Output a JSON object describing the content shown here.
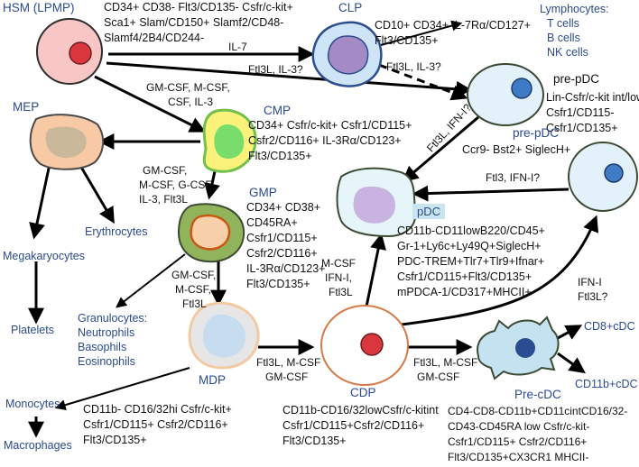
{
  "nodes": {
    "hsm": {
      "title": "HSM (LPMP)",
      "markers": [
        "CD34+ CD38- Flt3/CD135- Csfr/c-kit+",
        "Sca1+ Slam/CD150+ Slamf2/CD48-",
        "Slamf4/2B4/CD244-"
      ]
    },
    "clp": {
      "title": "CLP",
      "markers": [
        "CD10+ CD34+ IL-7Rα/CD127+",
        "Flt3/CD135+"
      ]
    },
    "lymphocytes": {
      "title": "Lymphocytes:",
      "items": [
        "T cells",
        "B cells",
        "NK cells"
      ]
    },
    "pre_pdc_1": {
      "title": "pre-pDC",
      "markers": [
        "Lin-Csfr/c-kit int/low",
        "Csfr1/CD115-",
        "Csfr1/CD135+"
      ]
    },
    "mep": {
      "title": "MEP"
    },
    "cmp": {
      "title": "CMP",
      "markers": [
        "CD34+ Csfr/c-kit+ Csfr1/CD115+",
        "Csfr2/CD116+ IL-3Rα/CD123+",
        "Flt3/CD135+"
      ]
    },
    "pre_pdc_2": {
      "title": "pre-pDC",
      "markers": [
        "Ccr9- Bst2+ SiglecH+"
      ]
    },
    "gmp": {
      "title": "GMP",
      "markers": [
        "CD34+ CD38+",
        "CD45RA+",
        "Csfr1/CD115+",
        "Csfr2/CD116+",
        "IL-3Rα/CD123+",
        "Flt3/CD135+"
      ]
    },
    "pdc": {
      "title": "pDC",
      "markers": [
        "CD11b-CD11lowB220/CD45+",
        "Gr-1+Ly6c+Ly49Q+SiglecH+",
        "PDC-TREM+Tlr7+Tlr9+Ifnar+",
        "Csfr1/CD115+Flt3/CD135+",
        "mPDCA-1/CD317+MHCII+"
      ]
    },
    "erythrocytes": {
      "title": "Erythrocytes"
    },
    "megakaryocytes": {
      "title": "Megakaryocytes"
    },
    "platelets": {
      "title": "Platelets"
    },
    "granulocytes": {
      "title": "Granulocytes:",
      "items": [
        "Neutrophils",
        "Basophils",
        "Eosinophils"
      ]
    },
    "mdp": {
      "title": "MDP",
      "markers": [
        "CD11b- CD16/32hi Csfr/c-kit+",
        "Csfr1/CD115+ Csfr2/CD116+",
        "Flt3/CD135+"
      ]
    },
    "cdp": {
      "title": "CDP",
      "markers": [
        "CD11b-CD16/32lowCsfr/c-kitint",
        "Csfr1/CD115+Csfr2/CD116+",
        "Flt3/CD135+"
      ]
    },
    "pre_cdc": {
      "title": "Pre-cDC",
      "markers": [
        "CD4-CD8-CD11b+CD11cintCD16/32-",
        "CD43-CD45RA low Csfr/c-kit-",
        "Csfr1/CD115+ Csfr2/CD116+",
        "Flt3/CD135+CX3CR1 MHCII-"
      ]
    },
    "monocytes": {
      "title": "Monocytes"
    },
    "macrophages": {
      "title": "Macrophages"
    },
    "cd8_cdc": {
      "title": "CD8+cDC"
    },
    "cd11b_cdc": {
      "title": "CD11b+cDC"
    }
  },
  "edges": {
    "hsm_clp": "IL-7",
    "hsm_prepdc": "Ftl3L, IL-3?",
    "clp_prepdc": "Ftl3L, IL-3?",
    "hsm_cmp": [
      "GM-CSF, M-CSF,",
      "CSF, IL-3"
    ],
    "cmp_gmp": [
      "GM-CSF,",
      "M-CSF, G-CSF",
      "IL-3, Flt3L"
    ],
    "prepdc_pdc": "Ftl3L, IFN-I?",
    "prepdc2_pdc": "Ftl3, IFN-I?",
    "gmp_mdp": [
      "GM-CSF,",
      "M-CSF,",
      "Ftl3L"
    ],
    "cdp_pdc": [
      "M-CSF",
      "IFN-I,",
      "Ftl3L"
    ],
    "mdp_cdp": [
      "Ftl3L, M-CSF",
      "GM-CSF"
    ],
    "cdp_precdc": [
      "Ftl3L, M-CSF",
      "GM-CSF"
    ],
    "cdp_prepdc2": [
      "IFN-I",
      "Ftl3L?"
    ]
  },
  "colors": {
    "text_blue": "#2b4a8e",
    "cell_outline": "#3c4a32",
    "hsm_fill": "#f8c7c5",
    "hsm_nucleus": "#d9363e",
    "clp_fill": "#cfe4f7",
    "clp_outline": "#2c4d8e",
    "clp_nucleus": "#a58bc5",
    "cell_blue_fill": "#e3f2fa",
    "nucleus_blue": "#3e7bc4",
    "mep_fill": "#f8c9a5",
    "mep_nucleus": "#c9b99a",
    "cmp_fill": "#fbf27b",
    "cmp_outline": "#73c04a",
    "cmp_nucleus": "#79dd6c",
    "gmp_fill": "#90b35c",
    "gmp_nucleus": "#f7cfa8",
    "gmp_nucleus_outline": "#c65a14",
    "mdp_fill": "#e6e6e6",
    "mdp_outline": "#f3c9a2",
    "mdp_nucleus": "#c8dcef",
    "cdp_fill": "#ffffff",
    "cdp_outline": "#d67a4a",
    "cdp_nucleus": "#d9363e",
    "precdc_fill": "#c5e2f1",
    "precdc_nucleus": "#2a4d92",
    "pdc_fill": "#e5f5fa",
    "pdc_nucleus": "#c9b3e0",
    "pdc_label_bg": "#c9e6f0"
  }
}
